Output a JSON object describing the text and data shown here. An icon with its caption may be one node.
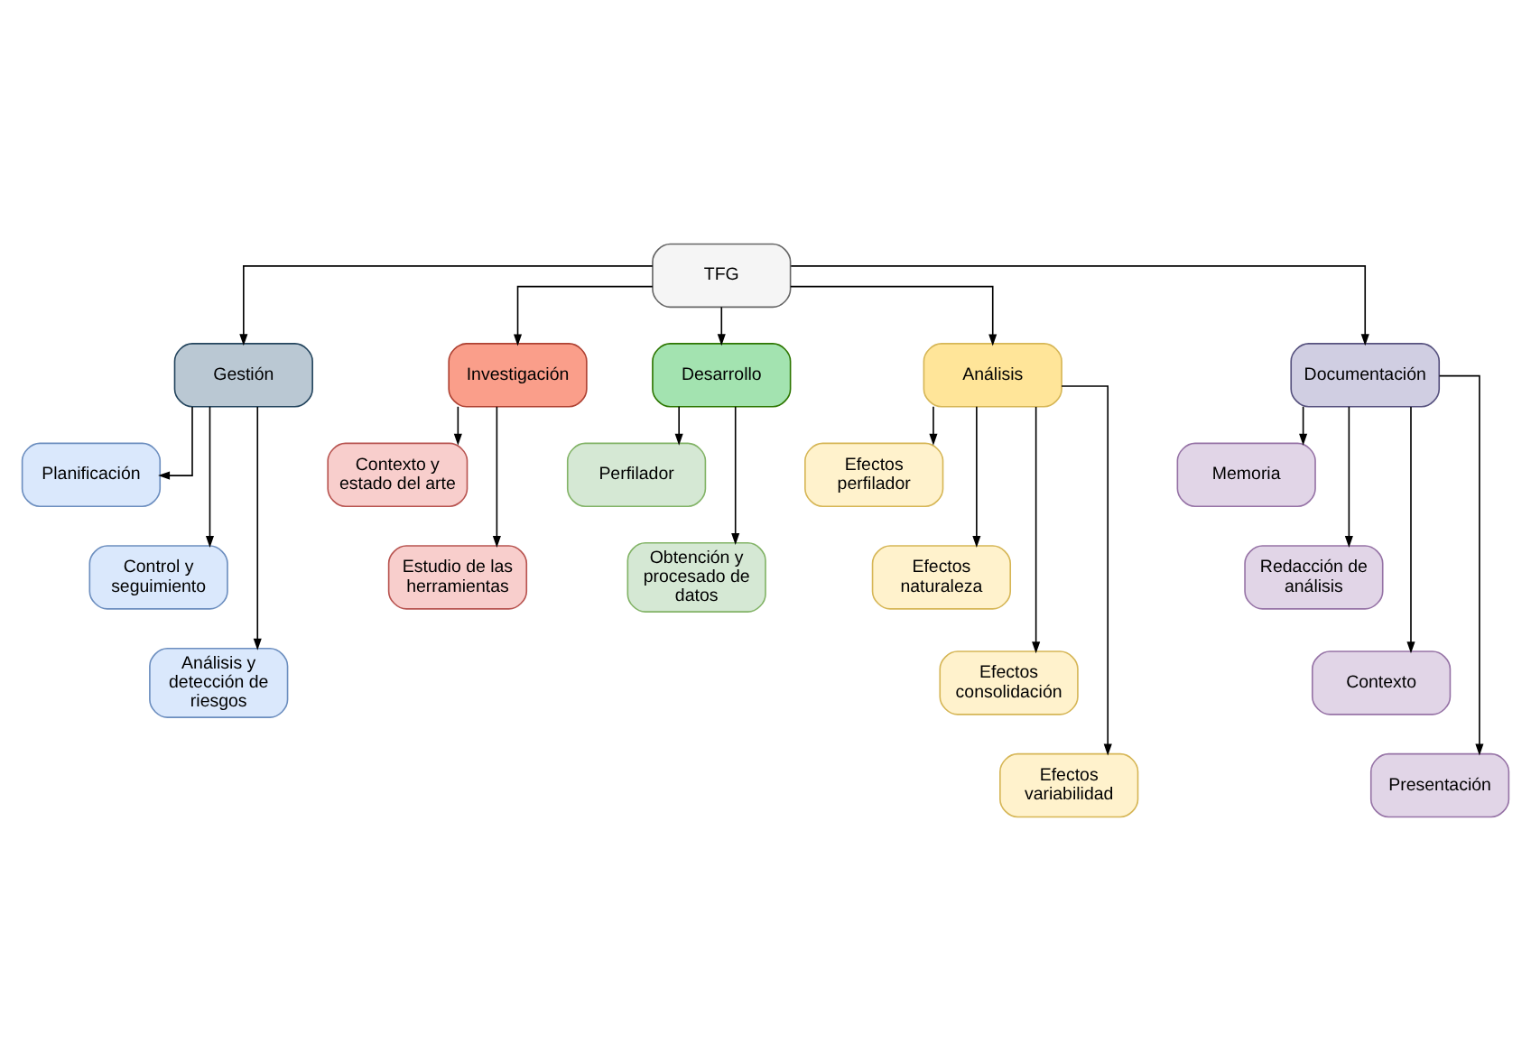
{
  "diagram": {
    "nodes": [
      {
        "text": [
          "TFG"
        ]
      },
      {
        "text": [
          "Gestión"
        ]
      },
      {
        "text": [
          "Investigación"
        ]
      },
      {
        "text": [
          "Desarrollo"
        ]
      },
      {
        "text": [
          "Análisis"
        ]
      },
      {
        "text": [
          "Documentación"
        ]
      },
      {
        "text": [
          "Planificación"
        ]
      },
      {
        "text": [
          "Control y seguimiento"
        ]
      },
      {
        "text": [
          "Análisis y detección de riesgos"
        ]
      },
      {
        "text": [
          "Contexto y estado del arte"
        ]
      },
      {
        "text": [
          "Estudio de las herramientas"
        ]
      },
      {
        "text": [
          "Perfilador"
        ]
      },
      {
        "text": [
          "Obtención y procesado de datos"
        ]
      },
      {
        "text": [
          "Efectos perfilador"
        ]
      },
      {
        "text": [
          "Efectos naturaleza"
        ]
      },
      {
        "text": [
          "Efectos consolidación"
        ]
      },
      {
        "text": [
          "Efectos variabilidad"
        ]
      },
      {
        "text": [
          "Memoria"
        ]
      },
      {
        "text": [
          "Redacción de análisis"
        ]
      },
      {
        "text": [
          "Contexto"
        ]
      },
      {
        "text": [
          "Presentación"
        ]
      }
    ],
    "edges": [
      {
        "from": 0,
        "to": 1,
        "arrow": "to"
      },
      {
        "from": 0,
        "to": 2,
        "arrow": "to"
      },
      {
        "from": 0,
        "to": 3,
        "arrow": "to"
      },
      {
        "from": 0,
        "to": 4,
        "arrow": "to"
      },
      {
        "from": 0,
        "to": 5,
        "arrow": "to"
      },
      {
        "from": 1,
        "to": 6,
        "arrow": "to"
      },
      {
        "from": 1,
        "to": 7,
        "arrow": "to"
      },
      {
        "from": 1,
        "to": 8,
        "arrow": "to"
      },
      {
        "from": 2,
        "to": 9,
        "arrow": "to"
      },
      {
        "from": 2,
        "to": 10,
        "arrow": "to"
      },
      {
        "from": 3,
        "to": 11,
        "arrow": "to"
      },
      {
        "from": 3,
        "to": 12,
        "arrow": "to"
      },
      {
        "from": 4,
        "to": 13,
        "arrow": "to"
      },
      {
        "from": 4,
        "to": 14,
        "arrow": "to"
      },
      {
        "from": 4,
        "to": 15,
        "arrow": "to"
      },
      {
        "from": 4,
        "to": 16,
        "arrow": "to"
      },
      {
        "from": 5,
        "to": 17,
        "arrow": "to"
      },
      {
        "from": 5,
        "to": 18,
        "arrow": "to"
      },
      {
        "from": 5,
        "to": 19,
        "arrow": "to"
      },
      {
        "from": 5,
        "to": 20,
        "arrow": "to"
      }
    ]
  }
}
